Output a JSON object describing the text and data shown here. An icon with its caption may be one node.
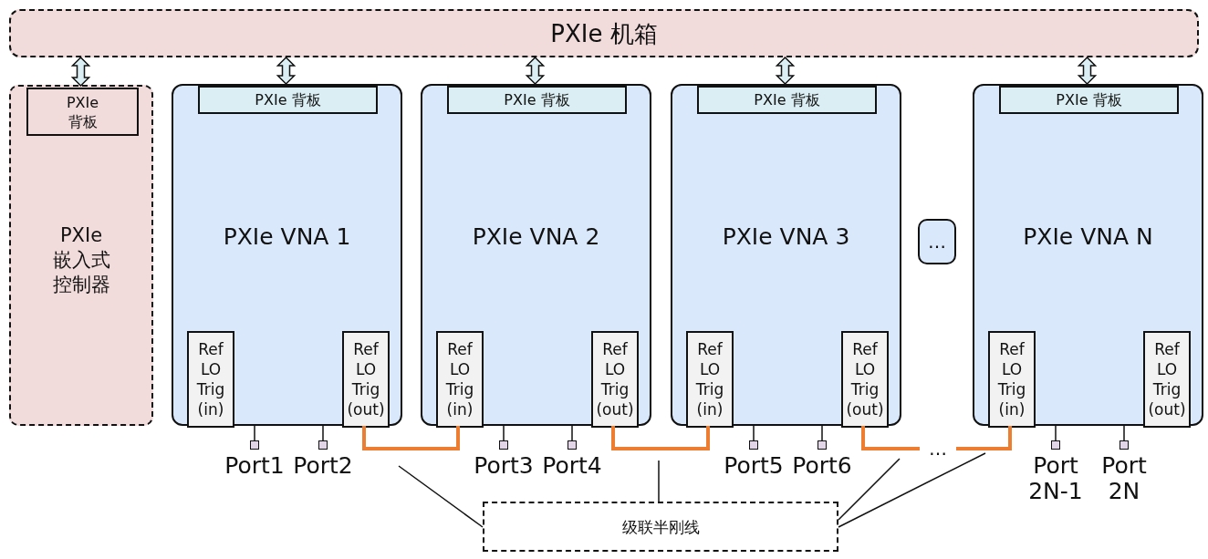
{
  "diagram": {
    "nodes": [
      {
        "text": [
          "PXIe 机箱"
        ]
      },
      {
        "text": [
          "PXIe 嵌入式控制器"
        ]
      },
      {
        "text": [
          "PXIe 背板"
        ],
        "in": 1
      },
      {
        "text": [
          "PXIe VNA 1"
        ]
      },
      {
        "text": [
          "PXIe 背板"
        ],
        "in": 3
      },
      {
        "text": [
          "Ref LO Trig (in)"
        ],
        "in": 3
      },
      {
        "text": [
          "Ref LO Trig (out)"
        ],
        "in": 3
      },
      {
        "text": [
          "Port1"
        ]
      },
      {
        "text": [
          "Port2"
        ]
      },
      {
        "text": [
          "PXIe VNA 2"
        ]
      },
      {
        "text": [
          "PXIe 背板"
        ],
        "in": 9
      },
      {
        "text": [
          "Ref LO Trig (in)"
        ],
        "in": 9
      },
      {
        "text": [
          "Ref LO Trig (out)"
        ],
        "in": 9
      },
      {
        "text": [
          "Port3"
        ]
      },
      {
        "text": [
          "Port4"
        ]
      },
      {
        "text": [
          "PXIe VNA 3"
        ]
      },
      {
        "text": [
          "PXIe 背板"
        ],
        "in": 15
      },
      {
        "text": [
          "Ref LO Trig (in)"
        ],
        "in": 15
      },
      {
        "text": [
          "Ref LO Trig (out)"
        ],
        "in": 15
      },
      {
        "text": [
          "Port5"
        ]
      },
      {
        "text": [
          "Port6"
        ]
      },
      {
        "text": [
          "…"
        ]
      },
      {
        "text": [
          "PXIe VNA N"
        ]
      },
      {
        "text": [
          "PXIe 背板"
        ],
        "in": 22
      },
      {
        "text": [
          "Ref LO Trig (in)"
        ],
        "in": 22
      },
      {
        "text": [
          "Ref LO Trig (out)"
        ],
        "in": 22
      },
      {
        "text": [
          "Port 2N-1"
        ]
      },
      {
        "text": [
          "Port 2N"
        ]
      },
      {
        "text": [
          "…"
        ]
      },
      {
        "text": [
          "级联半刚线"
        ]
      }
    ],
    "edges": [
      {
        "from": 0,
        "to": 2,
        "arrow": "both"
      },
      {
        "from": 0,
        "to": 4,
        "arrow": "both"
      },
      {
        "from": 0,
        "to": 10,
        "arrow": "both"
      },
      {
        "from": 0,
        "to": 16,
        "arrow": "both"
      },
      {
        "from": 0,
        "to": 23,
        "arrow": "both"
      },
      {
        "from": 3,
        "to": 7,
        "arrow": "none"
      },
      {
        "from": 3,
        "to": 8,
        "arrow": "none"
      },
      {
        "from": 9,
        "to": 13,
        "arrow": "none"
      },
      {
        "from": 9,
        "to": 14,
        "arrow": "none"
      },
      {
        "from": 15,
        "to": 19,
        "arrow": "none"
      },
      {
        "from": 15,
        "to": 20,
        "arrow": "none"
      },
      {
        "from": 22,
        "to": 26,
        "arrow": "none"
      },
      {
        "from": 22,
        "to": 27,
        "arrow": "none"
      },
      {
        "from": 6,
        "to": 11,
        "arrow": "none",
        "style": "thick",
        "color": "#ed7d31"
      },
      {
        "from": 12,
        "to": 17,
        "arrow": "none",
        "style": "thick",
        "color": "#ed7d31"
      },
      {
        "from": 18,
        "to": 28,
        "arrow": "none",
        "style": "thick",
        "color": "#ed7d31"
      },
      {
        "from": 28,
        "to": 24,
        "arrow": "none",
        "style": "thick",
        "color": "#ed7d31"
      },
      {
        "from": 29,
        "to": null,
        "arrow": "none"
      },
      {
        "from": 29,
        "to": null,
        "arrow": "none"
      },
      {
        "from": 29,
        "to": null,
        "arrow": "none"
      },
      {
        "from": 29,
        "to": null,
        "arrow": "none"
      }
    ]
  }
}
